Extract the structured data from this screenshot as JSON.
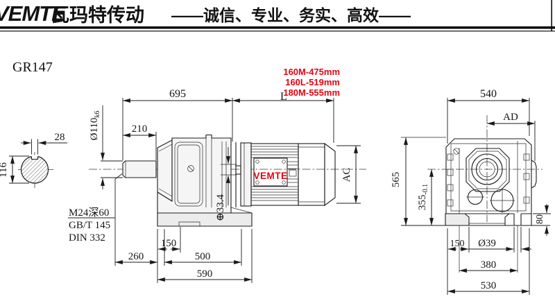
{
  "header": {
    "brand": "VEMTE",
    "brand_cn": "瓦玛特传动",
    "slogan": "——诚信、专业、务实、高效——"
  },
  "model": "GR147",
  "colors": {
    "accent_red": "#e8000f",
    "line": "#1b1b1b"
  },
  "motor_length_options": [
    "160M-475mm",
    "160L-519mm",
    "180M-555mm"
  ],
  "shaft_section": {
    "key_width": "28",
    "height": "116"
  },
  "side_view": {
    "overall_length": "695",
    "shaft_length": "210",
    "shaft_dia": "Ø110",
    "shaft_dia_tol": "k6",
    "motor_length_label": "L",
    "tap_hole": "M24深60",
    "standard_1": "GB/T 145",
    "standard_2": "DIN 332",
    "dim_260": "260",
    "dim_150": "150",
    "dim_500": "500",
    "dim_590": "590",
    "dim_33_4": "⊕33.4",
    "motor_dia_label": "AC",
    "motor_brand": "VEMTE"
  },
  "end_view": {
    "width": "540",
    "ad_label": "AD",
    "height": "565",
    "center_height": "355",
    "center_height_tol": "-0.1",
    "foot_height": "80",
    "dim_150": "150",
    "hole_dia": "Ø39",
    "hole_span": "380",
    "base_width": "530"
  }
}
